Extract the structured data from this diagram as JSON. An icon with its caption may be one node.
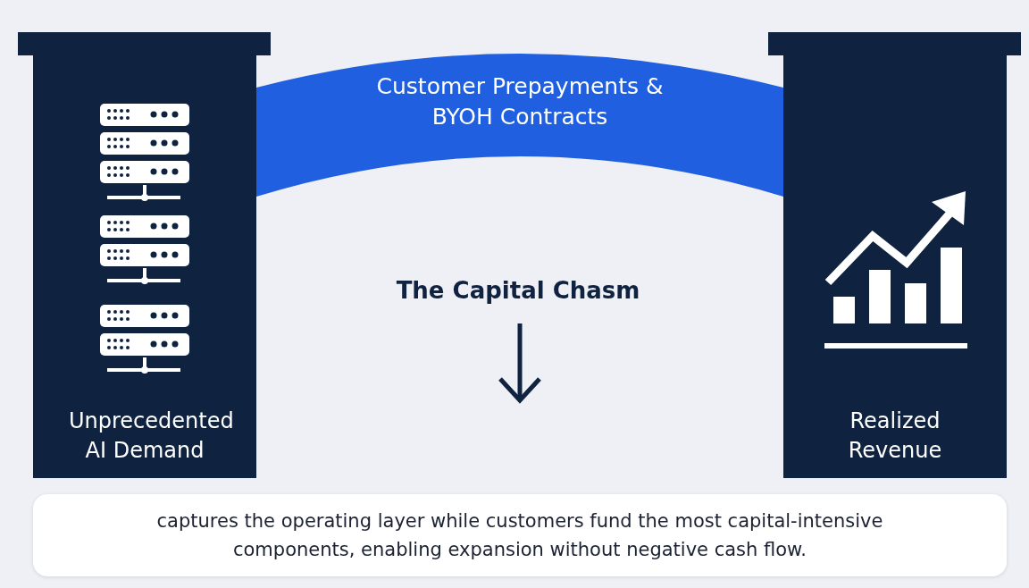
{
  "diagram": {
    "nodes": [
      {
        "text": [
          "Unprecedented AI Demand"
        ]
      },
      {
        "text": [
          "Customer Prepayments & BYOH Contracts"
        ]
      },
      {
        "text": [
          "Realized Revenue"
        ]
      },
      {
        "text": [
          "captures the operating layer while customers fund the most capital-intensive components, enabling expansion without negative cash flow."
        ]
      }
    ],
    "labels": [
      "The Capital Chasm"
    ]
  }
}
